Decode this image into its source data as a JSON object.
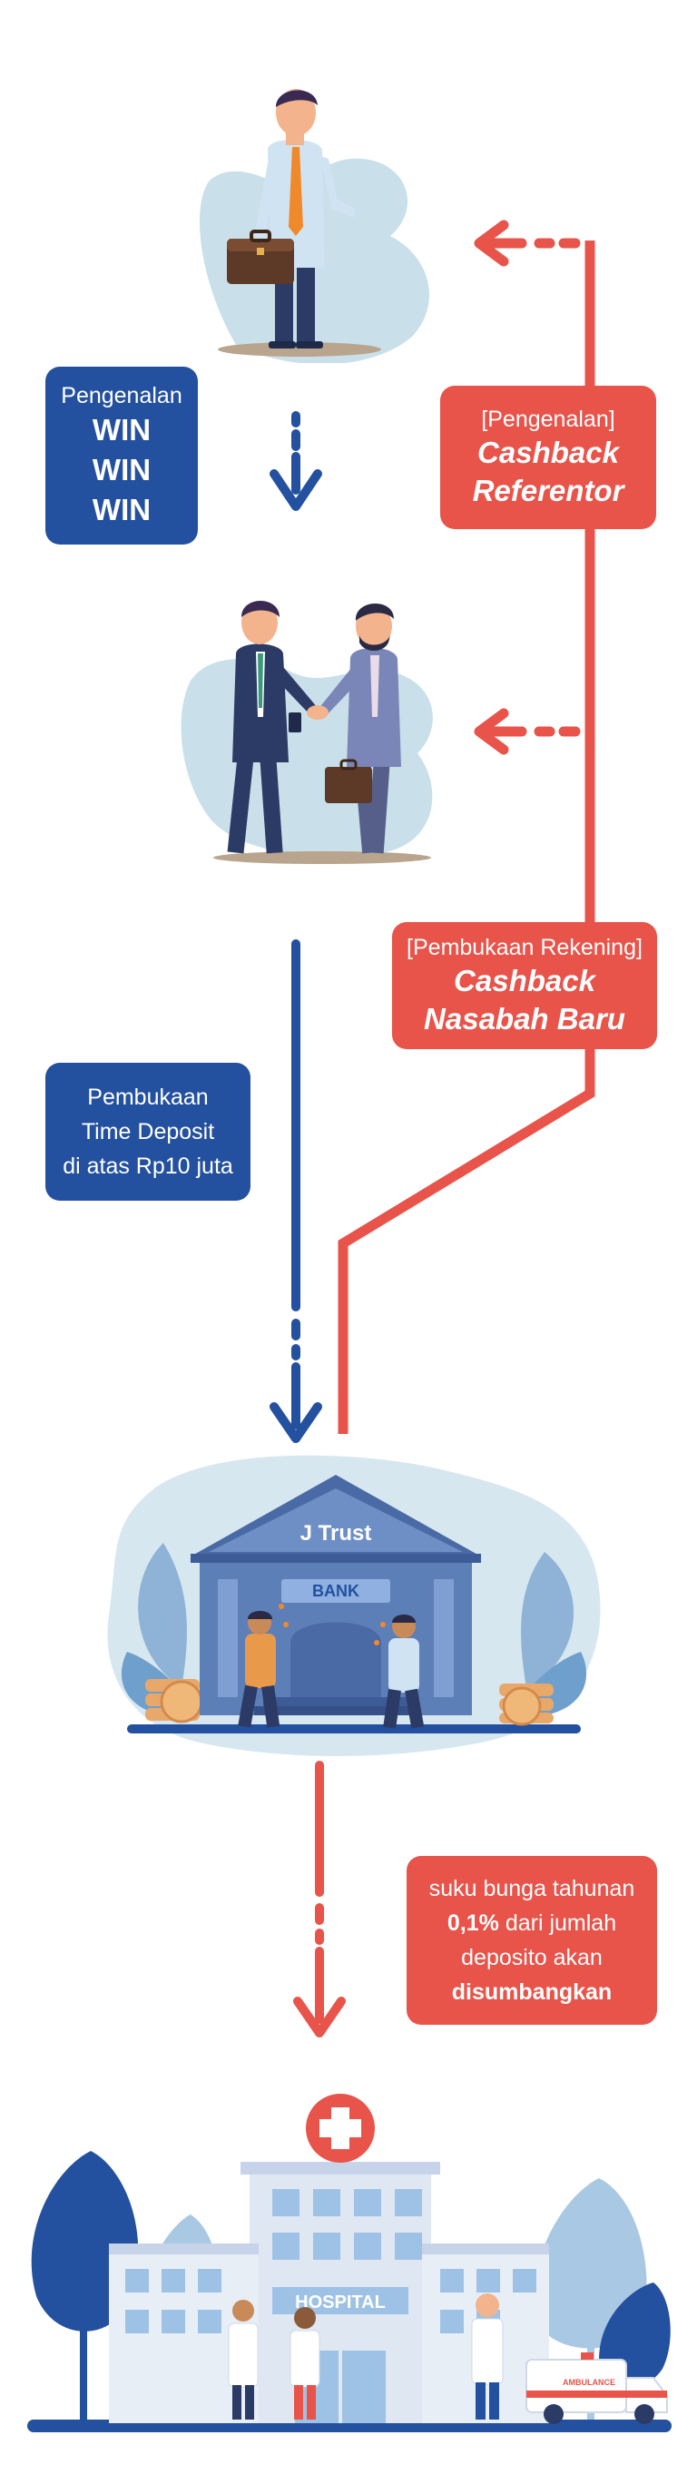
{
  "box_win": {
    "label": "Pengenalan",
    "line1": "WIN",
    "line2": "WIN",
    "line3": "WIN"
  },
  "box_referentor": {
    "label": "[Pengenalan]",
    "line1": "Cashback",
    "line2": "Referentor"
  },
  "box_nasabah": {
    "label": "[Pembukaan Rekening]",
    "line1": "Cashback",
    "line2": "Nasabah Baru"
  },
  "box_deposit": {
    "line1": "Pembukaan",
    "line2": "Time Deposit",
    "line3": "di atas Rp10 juta"
  },
  "bank": {
    "name": "J Trust",
    "sign": "BANK"
  },
  "box_donation": {
    "l1": "suku bunga tahunan",
    "l2_bold": "0,1%",
    "l2_rest": " dari jumlah",
    "l3": "deposito akan",
    "l4_bold": "disumbangkan"
  },
  "hospital": {
    "sign": "HOSPITAL",
    "ambulance": "AMBULANCE"
  },
  "colors": {
    "blue": "#23509f",
    "red": "#e8534a",
    "blob": "#c9dfe9",
    "navy": "#2c3a66"
  }
}
